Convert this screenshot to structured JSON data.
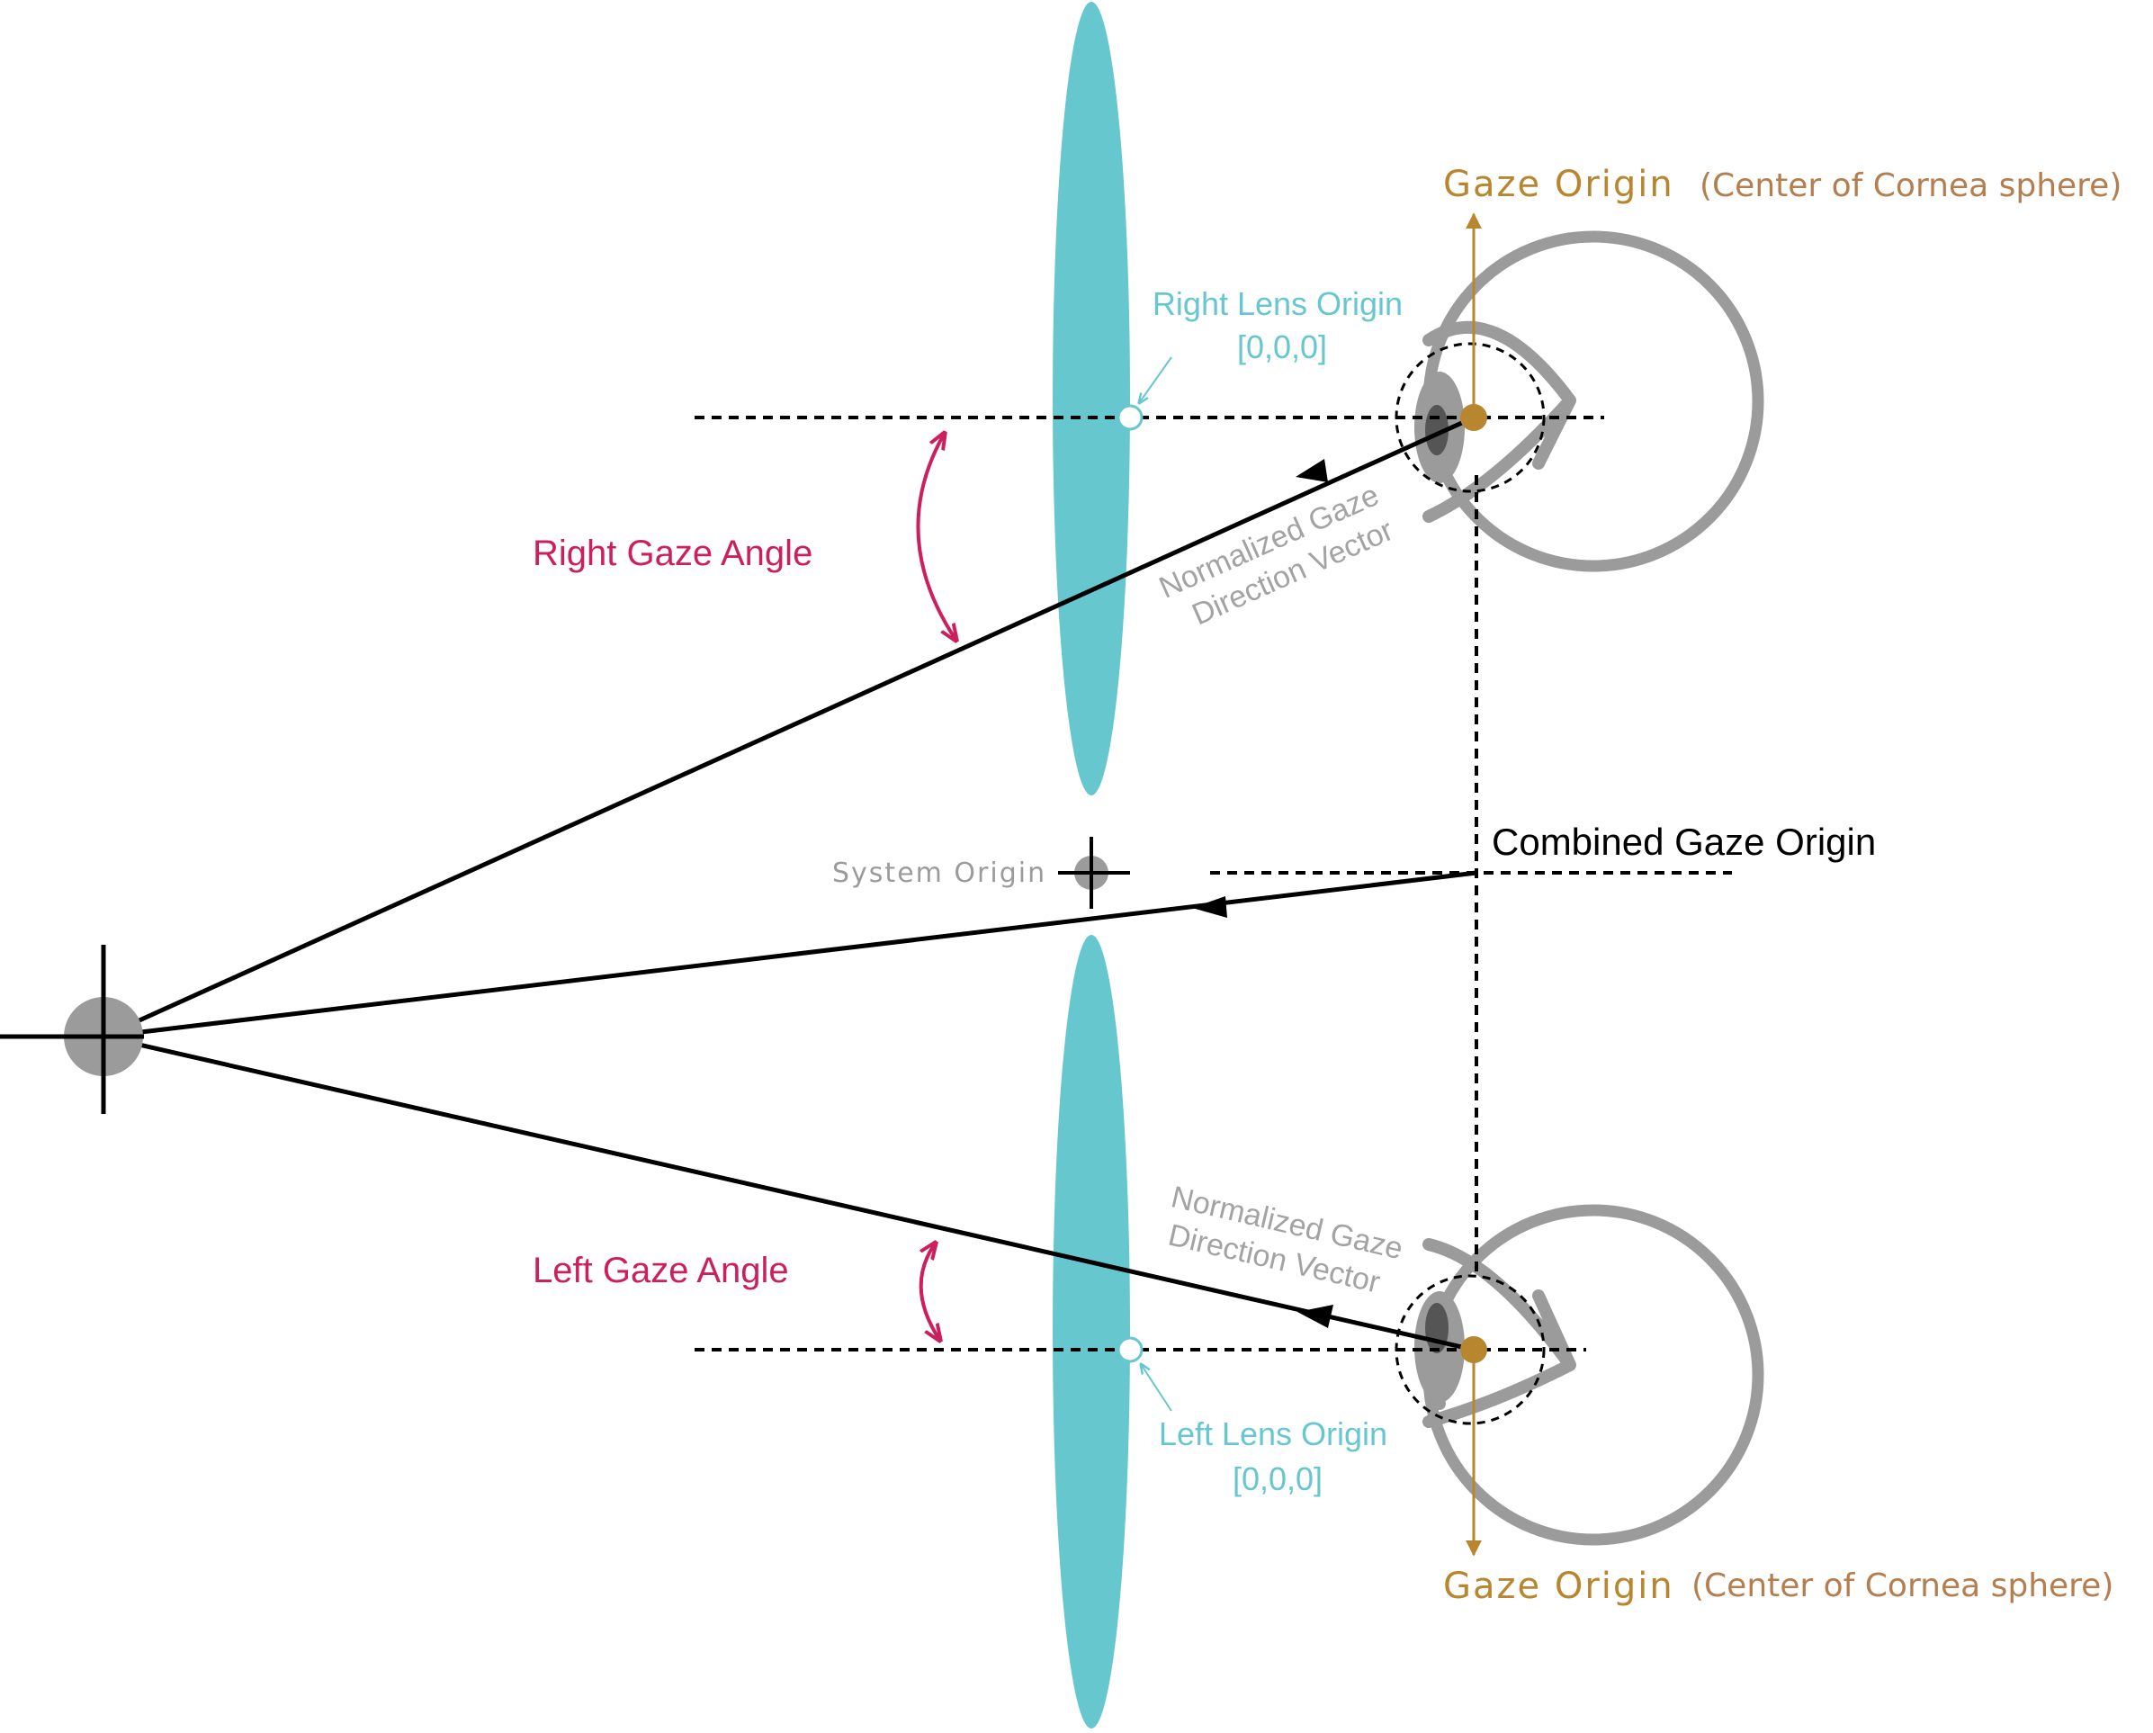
{
  "labels": {
    "gaze_origin_top_main": "Gaze Origin",
    "gaze_origin_top_paren": "(Center of Cornea sphere)",
    "gaze_origin_bottom_main": "Gaze Origin",
    "gaze_origin_bottom_paren": "(Center of Cornea sphere)",
    "right_lens_origin": "Right Lens Origin",
    "right_lens_coords": "[0,0,0]",
    "left_lens_origin": "Left Lens Origin",
    "left_lens_coords": "[0,0,0]",
    "right_gaze_angle": "Right Gaze Angle",
    "left_gaze_angle": "Left Gaze Angle",
    "right_vector_line1": "Normalized Gaze",
    "right_vector_line2": "Direction Vector",
    "left_vector_line1": "Normalized Gaze",
    "left_vector_line2": "Direction Vector",
    "combined_gaze_origin": "Combined Gaze Origin",
    "system_origin": "System Origin"
  },
  "colors": {
    "lens": "#67c7cf",
    "gaze_origin": "#b8862f",
    "gaze_origin_paren": "#b57e4f",
    "angle": "#cc1f5e",
    "eye_gray": "#9b9b9b",
    "vector_text": "#a3a3a3",
    "line": "#000000"
  }
}
